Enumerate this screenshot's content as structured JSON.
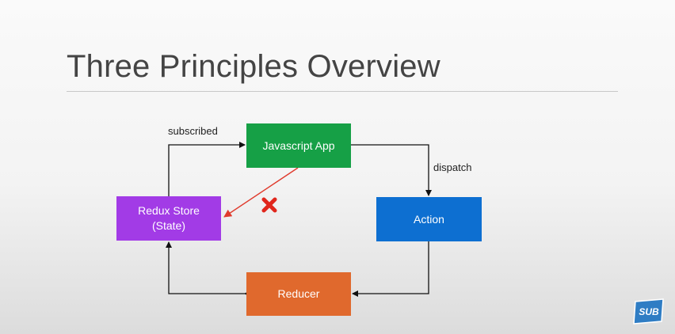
{
  "slide": {
    "title": "Three Principles Overview"
  },
  "nodes": {
    "app": {
      "label": "Javascript App",
      "color": "#16A046"
    },
    "action": {
      "label": "Action",
      "color": "#0D6FD1"
    },
    "reducer": {
      "label": "Reducer",
      "color": "#E0692D"
    },
    "store": {
      "line1": "Redux Store",
      "line2": "(State)",
      "color": "#A23BE6"
    }
  },
  "edges": {
    "subscribed": "subscribed",
    "dispatch": "dispatch"
  },
  "marks": {
    "forbidden_arrow_color": "#E03A2C",
    "cross_icon": "red-x-icon"
  },
  "overlay": {
    "sub_badge": "SUB",
    "sub_badge_color": "#2F7DC4"
  }
}
